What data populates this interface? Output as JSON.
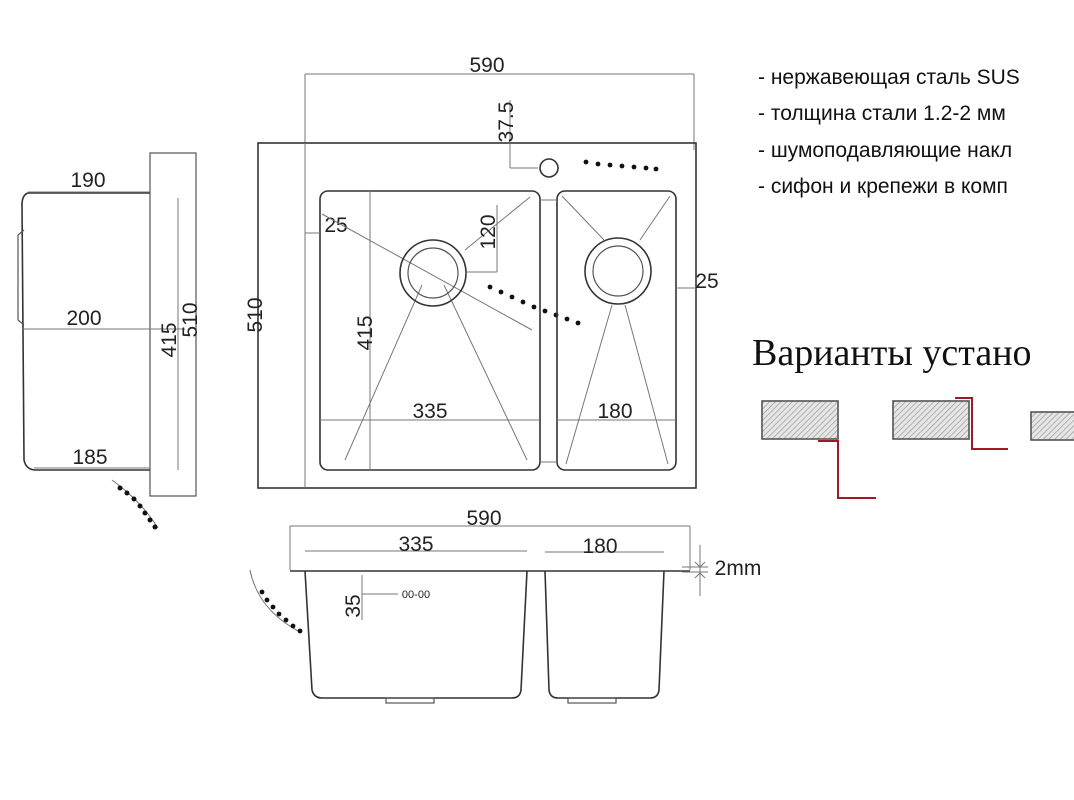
{
  "dimensions": {
    "top_width": "590",
    "faucet_offset": "37.5",
    "overall_depth": "510",
    "bowl_inset_left": "25",
    "drain_offset": "120",
    "right_inset": "25",
    "bowl_depth": "415",
    "left_bowl_width": "335",
    "right_bowl_width": "180",
    "side_top_width": "190",
    "side_mid_width": "200",
    "side_bottom_width": "185",
    "side_bowl_depth": "415",
    "side_overall_depth": "510",
    "front_width": "590",
    "front_left_bowl": "335",
    "front_right_bowl": "180",
    "front_offset": "35",
    "thickness": "2mm",
    "small_label": "00-00"
  },
  "features": [
    "- нержавеющая сталь SUS",
    "- толщина стали 1.2-2 мм",
    "- шумоподавляющие накл",
    "- сифон и крепежи в комп"
  ],
  "install_title": "Варианты устано",
  "colors": {
    "mount_line": "#9e1b25",
    "line": "#555555"
  }
}
